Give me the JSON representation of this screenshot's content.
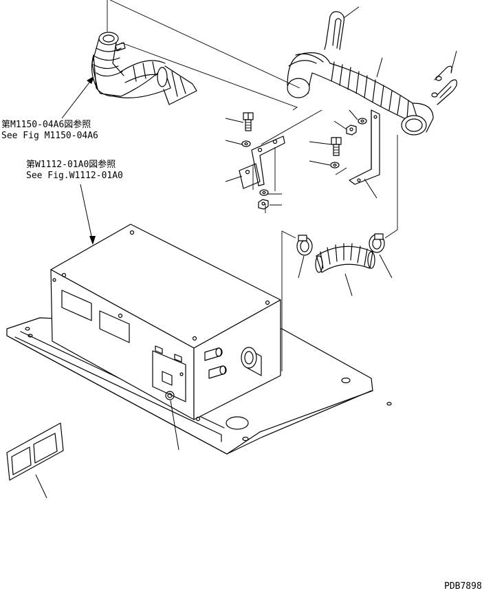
{
  "references": {
    "ref1_jp": "第M1150-04A6図参照",
    "ref1_en": "See Fig M1150-04A6",
    "ref2_jp": "第W1112-01A0図参照",
    "ref2_en": "See Fig.W1112-01A0"
  },
  "drawing_code": "PDB7898"
}
